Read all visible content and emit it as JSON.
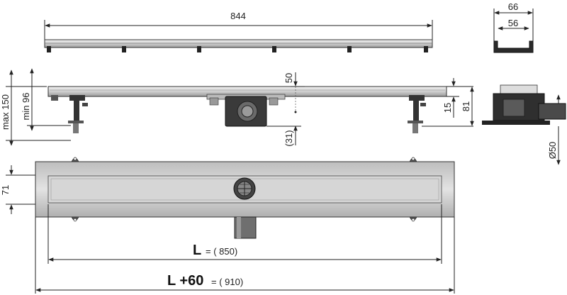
{
  "top_view": {
    "length": "844"
  },
  "end_view": {
    "outer_width": "66",
    "inner_width": "56"
  },
  "side_view": {
    "height_max": "max 150",
    "height_min": "min 96",
    "grate_height": "50",
    "offset_15": "15",
    "total_81": "81",
    "outlet_offset": "(31)"
  },
  "section_view": {
    "outlet_diameter": "Ø50"
  },
  "plan_view": {
    "width_71": "71",
    "L_label": "L",
    "L_value": "= ( 850)",
    "L60_label": "L +60",
    "L60_value": "= ( 910)"
  },
  "colors": {
    "line": "#222222",
    "steel_light": "#d8d8d8",
    "steel_mid": "#a8a8a8",
    "dark": "#2a2a2a"
  }
}
